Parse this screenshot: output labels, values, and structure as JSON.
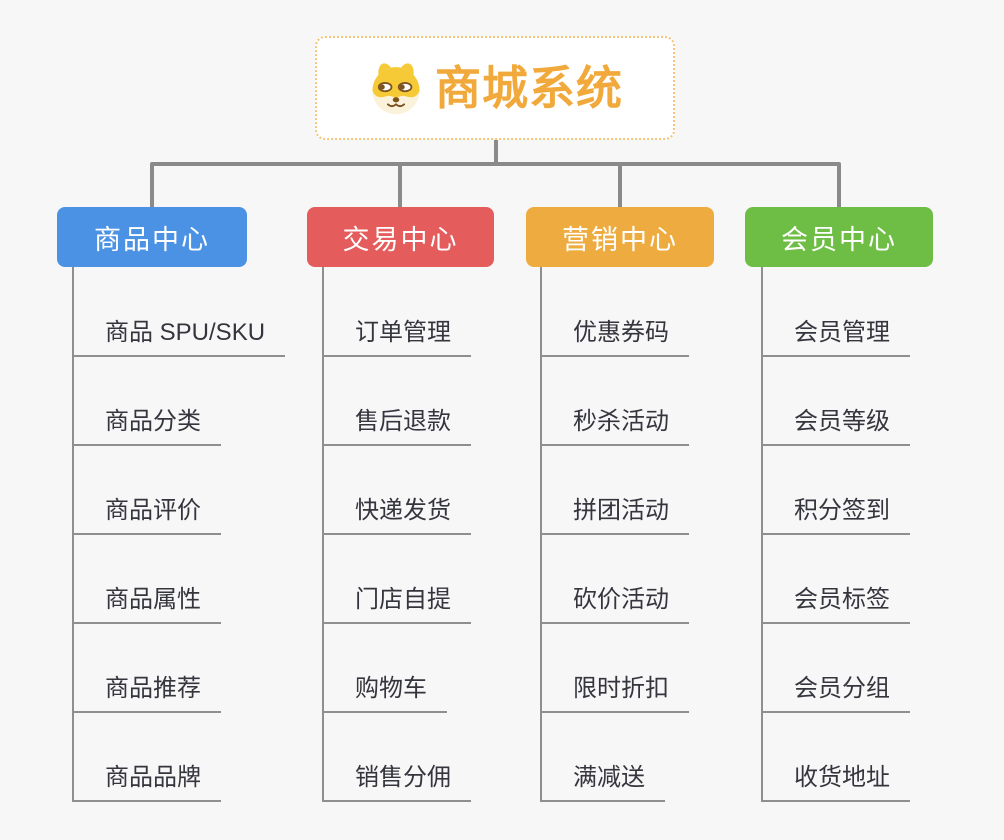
{
  "background": "#f7f7f8",
  "connector_color": "#8a8a8a",
  "root": {
    "title": "商城系统",
    "icon": "shiba-dog-icon",
    "text_color": "#f2a93b",
    "border_color": "#f5c57c",
    "background": "#ffffff"
  },
  "branches": [
    {
      "label": "商品中心",
      "color": "#4b92e5",
      "items": [
        "商品 SPU/SKU",
        "商品分类",
        "商品评价",
        "商品属性",
        "商品推荐",
        "商品品牌"
      ]
    },
    {
      "label": "交易中心",
      "color": "#e45c5c",
      "items": [
        "订单管理",
        "售后退款",
        "快递发货",
        "门店自提",
        "购物车",
        "销售分佣"
      ]
    },
    {
      "label": "营销中心",
      "color": "#eeac40",
      "items": [
        "优惠券码",
        "秒杀活动",
        "拼团活动",
        "砍价活动",
        "限时折扣",
        "满减送"
      ]
    },
    {
      "label": "会员中心",
      "color": "#6ebe45",
      "items": [
        "会员管理",
        "会员等级",
        "积分签到",
        "会员标签",
        "会员分组",
        "收货地址"
      ]
    }
  ]
}
